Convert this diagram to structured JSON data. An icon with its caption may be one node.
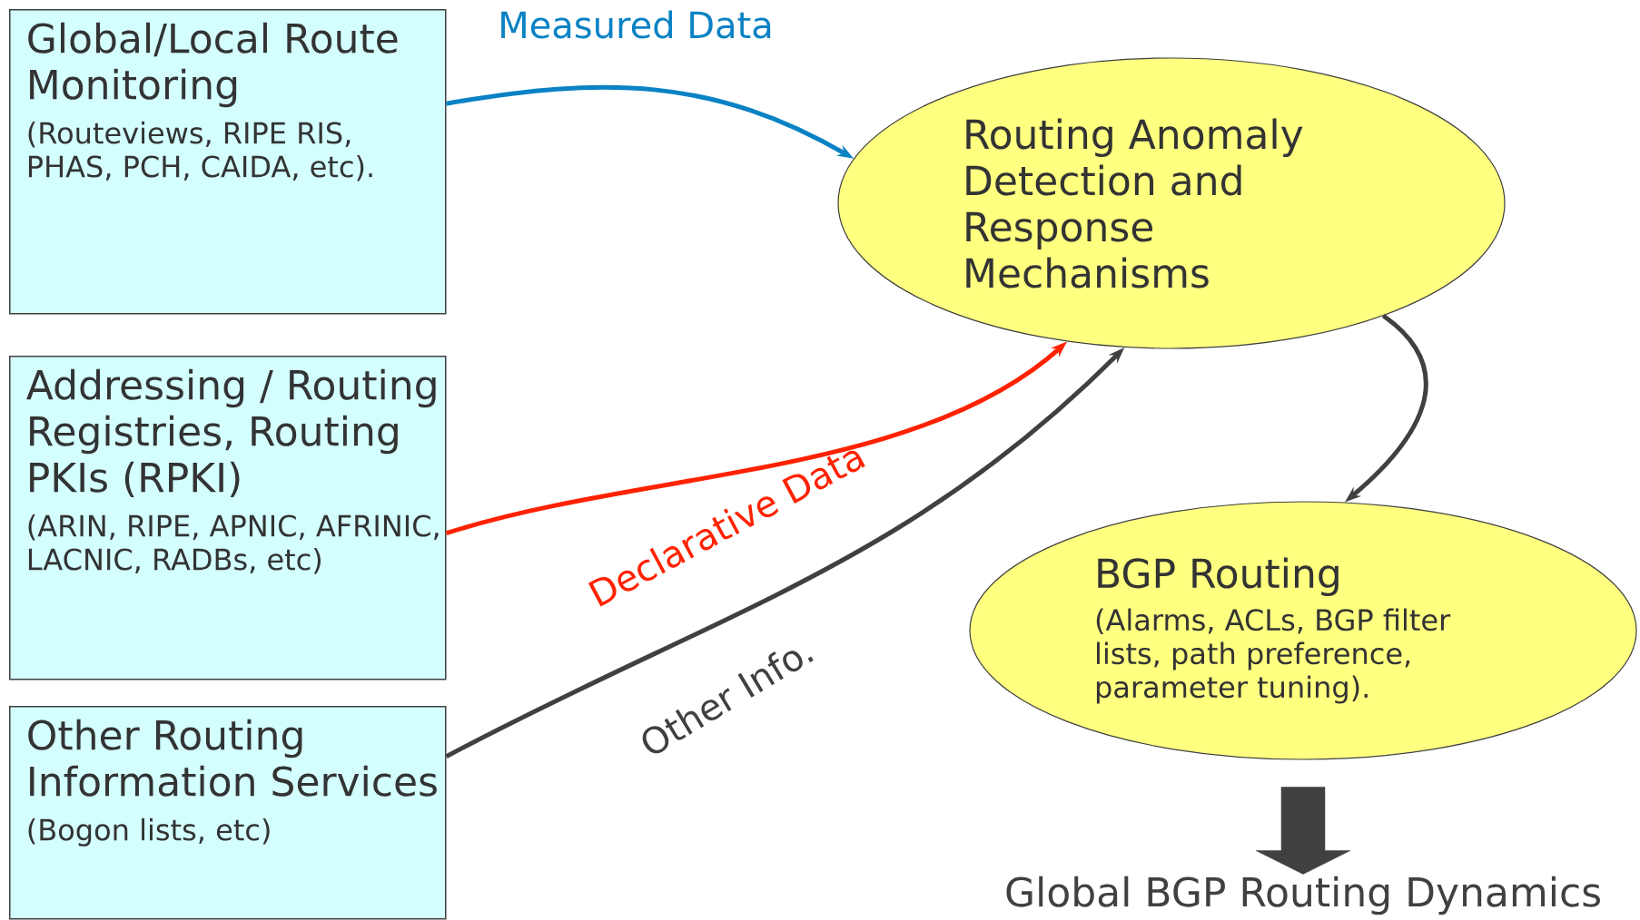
{
  "diagram": {
    "nodes": [
      {
        "text": [
          "Global/Local Route Monitoring",
          "(Routeviews, RIPE RIS, PHAS, PCH, CAIDA, etc)."
        ]
      },
      {
        "text": [
          "Addressing / Routing Registries, Routing PKIs (RPKI)",
          "(ARIN, RIPE, APNIC, AFRINIC, LACNIC, RADBs, etc)"
        ]
      },
      {
        "text": [
          "Other Routing Information Services",
          "(Bogon lists, etc)"
        ]
      },
      {
        "text": [
          "Routing Anomaly Detection and Response Mechanisms"
        ]
      },
      {
        "text": [
          "BGP Routing",
          "(Alarms, ACLs, BGP filter lists, path preference, parameter tuning)."
        ]
      },
      {
        "text": [
          "Global BGP Routing Dynamics"
        ]
      }
    ],
    "edges": [
      {
        "from": 0,
        "to": 3,
        "arrow": "to",
        "label": "Measured Data",
        "color": "#0a82c4"
      },
      {
        "from": 1,
        "to": 3,
        "arrow": "to",
        "label": "Declarative Data",
        "color": "#ff2200"
      },
      {
        "from": 2,
        "to": 3,
        "arrow": "to",
        "label": "Other Info."
      },
      {
        "from": 3,
        "to": 4,
        "arrow": "to"
      },
      {
        "from": 4,
        "to": 5,
        "arrow": "to",
        "style": "thick"
      }
    ]
  }
}
